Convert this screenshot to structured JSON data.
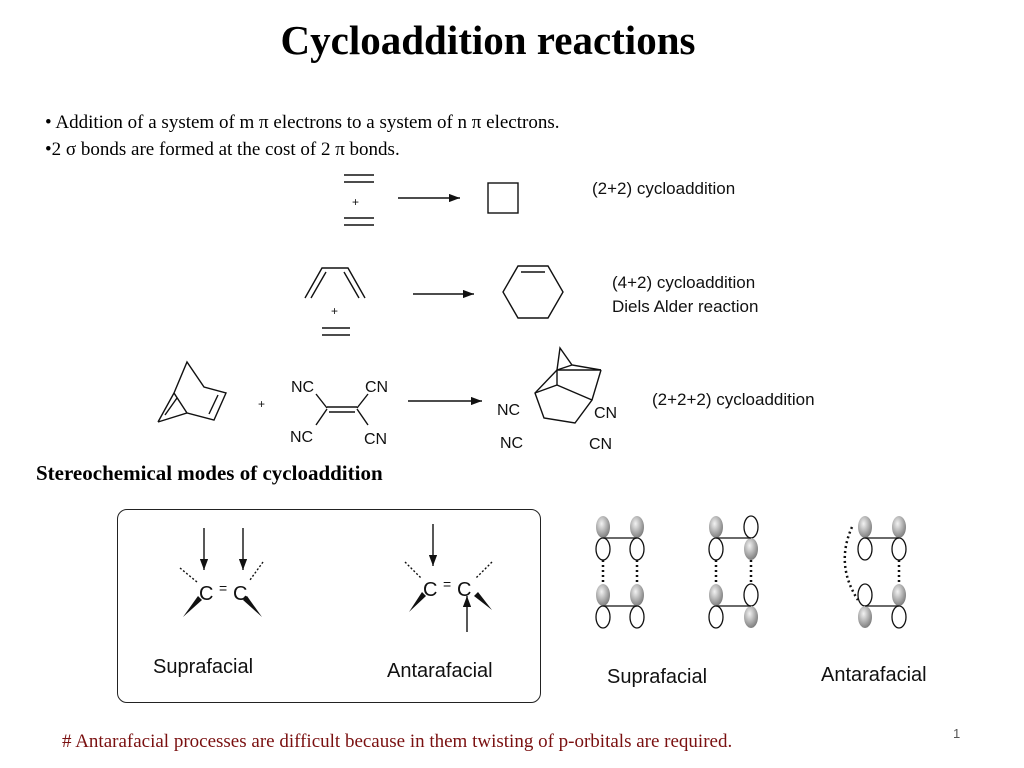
{
  "title": "Cycloaddition reactions",
  "bullets": [
    "• Addition of a system of m π electrons to a system of n π electrons.",
    "•2 σ bonds are formed at the cost of 2 π bonds."
  ],
  "reactions": [
    {
      "plus": "+",
      "label": "(2+2) cycloaddition"
    },
    {
      "plus": "+",
      "label": "(4+2) cycloaddition",
      "label2": "Diels Alder reaction"
    },
    {
      "plus": "+",
      "label": "(2+2+2) cycloaddition",
      "substituents": {
        "nc": "NC",
        "cn": "CN"
      }
    }
  ],
  "stereo_heading": "Stereochemical modes of cycloaddition",
  "box": {
    "carbon": "C",
    "bond": "=",
    "suprafacial": "Suprafacial",
    "antarafacial": "Antarafacial"
  },
  "orbitals": {
    "suprafacial": "Suprafacial",
    "antarafacial": "Antarafacial"
  },
  "footnote": "# Antarafacial processes are difficult because in them twisting of p-orbitals are required.",
  "page_number": "1"
}
